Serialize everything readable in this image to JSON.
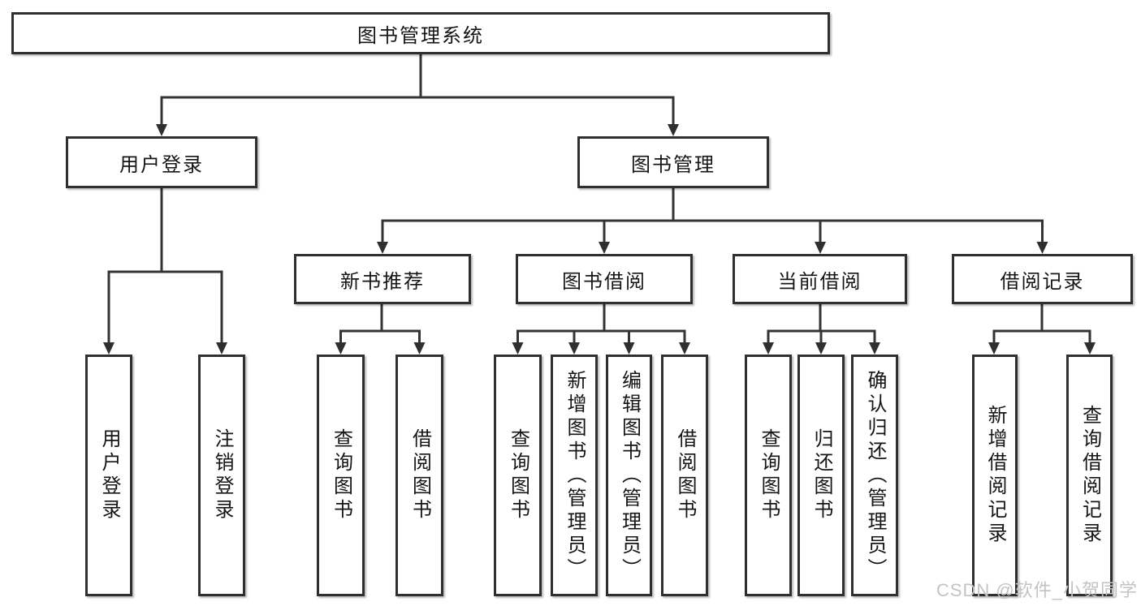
{
  "nodes": {
    "root": "图书管理系统",
    "user_login": "用户登录",
    "book_management": "图书管理",
    "new_book_recommend": "新书推荐",
    "book_borrowing": "图书借阅",
    "current_borrowing": "当前借阅",
    "borrowing_records": "借阅记录",
    "leaf_user_login": "用户登录",
    "leaf_logout": "注销登录",
    "leaf_query_books_1": "查询图书",
    "leaf_borrow_books_1": "借阅图书",
    "leaf_query_books_2": "查询图书",
    "leaf_add_books_admin": "新增图书（管理员）",
    "leaf_edit_books_admin": "编辑图书（管理员）",
    "leaf_borrow_books_2": "借阅图书",
    "leaf_query_books_3": "查询图书",
    "leaf_return_books": "归还图书",
    "leaf_confirm_return_admin": "确认归还（管理员）",
    "leaf_add_borrow_record": "新增借阅记录",
    "leaf_query_borrow_record": "查询借阅记录"
  },
  "hierarchy": {
    "图书管理系统": {
      "用户登录": [
        "用户登录",
        "注销登录"
      ],
      "图书管理": {
        "新书推荐": [
          "查询图书",
          "借阅图书"
        ],
        "图书借阅": [
          "查询图书",
          "新增图书（管理员）",
          "编辑图书（管理员）",
          "借阅图书"
        ],
        "当前借阅": [
          "查询图书",
          "归还图书",
          "确认归还（管理员）"
        ],
        "借阅记录": [
          "新增借阅记录",
          "查询借阅记录"
        ]
      }
    }
  },
  "watermark": {
    "text": "CSDN @软件_小贺同学",
    "color": "#c3c3c3"
  },
  "colors": {
    "line": "#333333",
    "box_border": "#2f2f2f",
    "box_fill": "#ffffff",
    "text": "#151515",
    "background": "#ffffff"
  }
}
